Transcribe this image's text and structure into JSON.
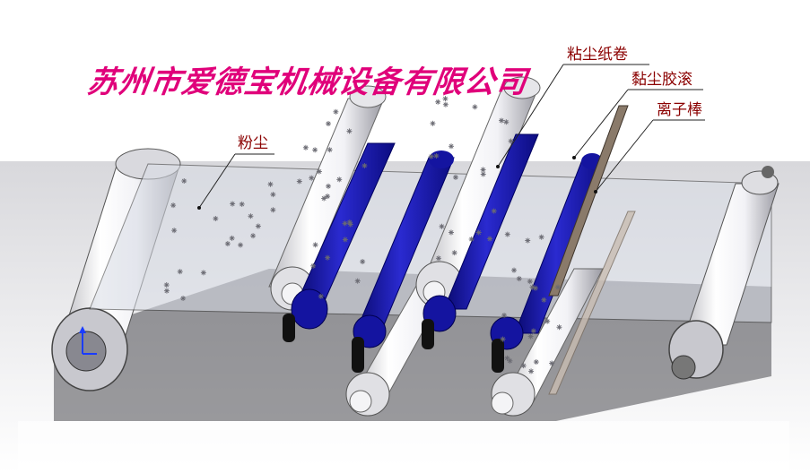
{
  "company_name": "苏州市爱德宝机械设备有限公司",
  "labels": {
    "dust": "粉尘",
    "dust_paper_roll": "粘尘纸卷",
    "dust_rubber_roller": "黏尘胶滚",
    "ion_bar": "离子棒"
  },
  "colors": {
    "company_text": "#e0007a",
    "label_text": "#8b0000",
    "leader_line": "#222222",
    "roller_blue": "#1f1fa8",
    "ion_bar": "#8a7a6a"
  }
}
